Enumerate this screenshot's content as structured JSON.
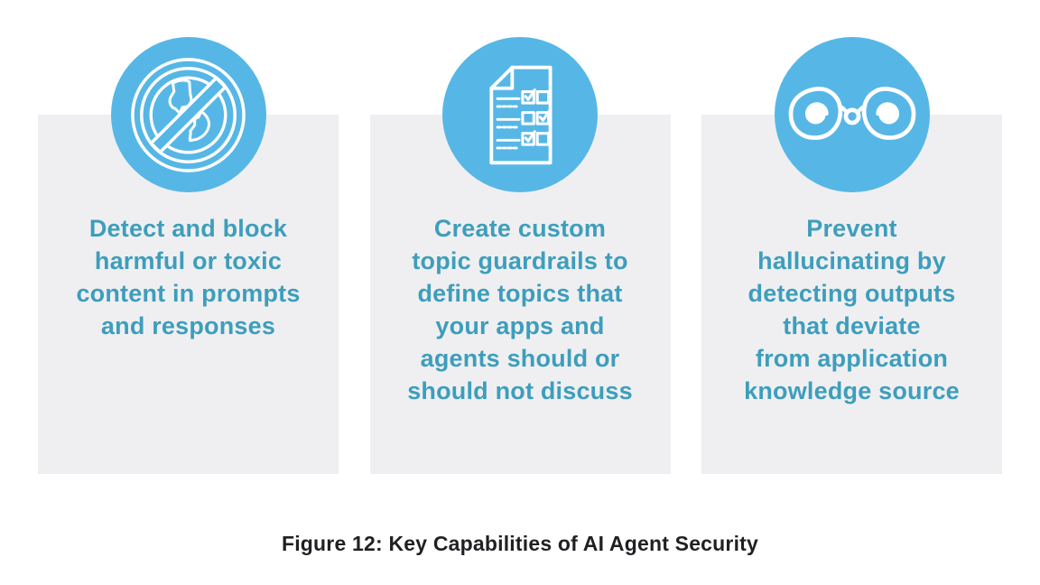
{
  "figure": {
    "caption": "Figure 12: Key Capabilities of AI Agent Security"
  },
  "colors": {
    "badge_blue": "#56b7e6",
    "card_background": "#efeff1",
    "card_text": "#3d9ebc",
    "caption_text": "#1f2023",
    "icon_stroke": "#ffffff",
    "page_background": "#ffffff"
  },
  "cards": [
    {
      "icon": "prohibited-globe-icon",
      "label": "Detect and block\nharmful or toxic\ncontent in prompts\nand responses"
    },
    {
      "icon": "checklist-document-icon",
      "label": "Create custom\ntopic guardrails to\ndefine topics that\nyour apps and\nagents should or\nshould not discuss"
    },
    {
      "icon": "spiral-glasses-icon",
      "label": "Prevent\nhallucinating by\ndetecting outputs\nthat deviate\nfrom application\nknowledge source"
    }
  ]
}
